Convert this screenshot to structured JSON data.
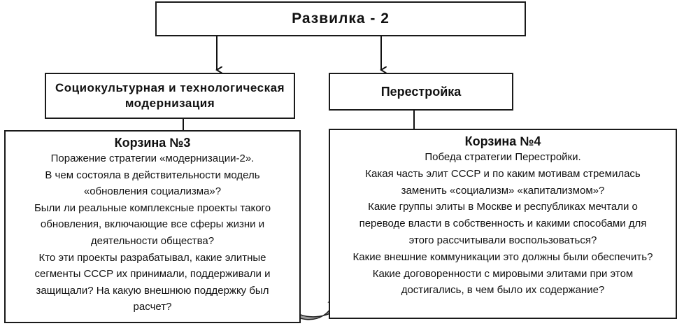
{
  "fork": {
    "title": "Развилка - 2"
  },
  "left": {
    "heading_lines": [
      "Социокультурная и технологическая",
      "модернизация"
    ],
    "basket_title": "Корзина №3",
    "lines": [
      "Поражение стратегии «модернизации-2».",
      "В чем состояла в действительности модель",
      "«обновления социализма»?",
      "Были ли реальные комплексные проекты такого",
      "обновления, включающие все сферы жизни и",
      "деятельности общества?",
      "Кто эти проекты разрабатывал, какие элитные",
      "сегменты СССР их принимали, поддерживали и",
      "защищали?  На какую внешнюю поддержку был",
      "расчет?"
    ]
  },
  "right": {
    "heading": "Перестройка",
    "basket_title": "Корзина №4",
    "lines": [
      "Победа стратегии Перестройки.",
      "Какая часть элит СССР и по каким мотивам стремилась",
      "заменить «социализм» «капитализмом»?",
      "Какие группы элиты в Москве и республиках мечтали о",
      "переводе власти в собственность и какими способами для",
      "этого рассчитывали воспользоваться?",
      "Какие внешние коммуникации это должны были обеспечить?",
      "Какие договоренности с мировыми элитами при этом",
      "достигались, в чем было их содержание?"
    ]
  }
}
